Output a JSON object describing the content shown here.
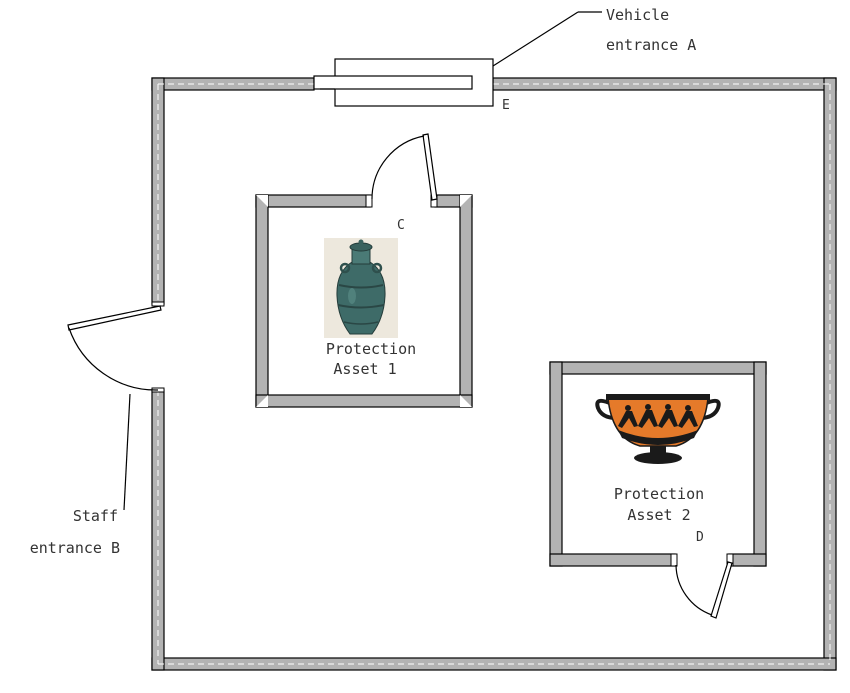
{
  "labels": {
    "vehicle_entrance_line1": "Vehicle",
    "vehicle_entrance_line2": "entrance  A",
    "staff_entrance_line1": "Staff",
    "staff_entrance_line2": "entrance B",
    "door_c": "C",
    "door_d": "D",
    "gate_e": "E",
    "asset1_line1": "Protection",
    "asset1_line2": "Asset 1",
    "asset2_line1": "Protection",
    "asset2_line2": "Asset 2"
  },
  "icons": {
    "asset1": "bronze-vase-icon",
    "asset2": "greek-kylix-cup-icon"
  },
  "colors": {
    "wall_fill": "#b3b3b3",
    "vase_body": "#3e6b68",
    "cup_body": "#e57a2a",
    "cup_figures": "#1a1a1a"
  }
}
